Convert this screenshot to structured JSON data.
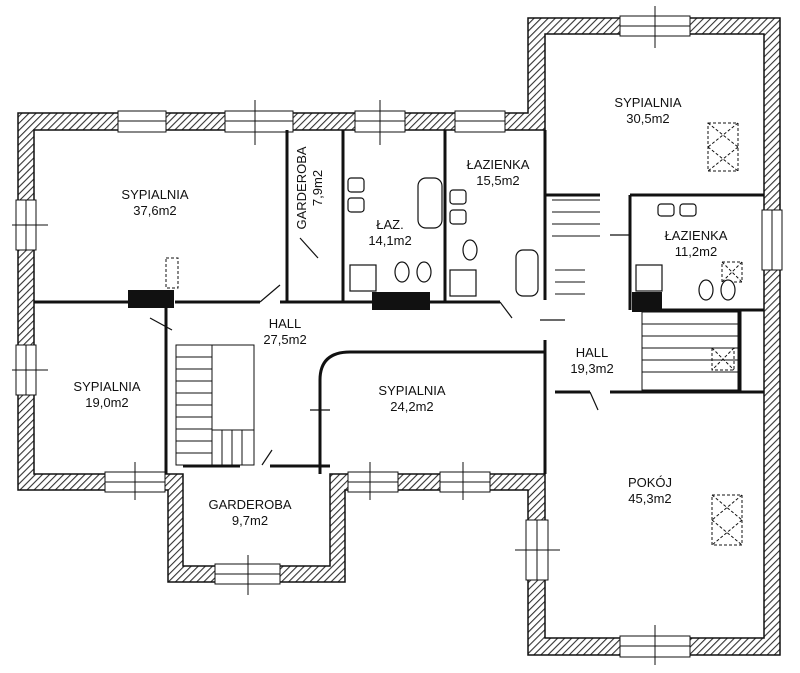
{
  "rooms": {
    "sypialnia_37": {
      "name": "SYPIALNIA",
      "area": "37,6m2"
    },
    "garderoba_79": {
      "name": "GARDEROBA",
      "area": "7,9m2"
    },
    "laz_141": {
      "name": "ŁAZ.",
      "area": "14,1m2"
    },
    "lazienka_155": {
      "name": "ŁAZIENKA",
      "area": "15,5m2"
    },
    "sypialnia_305": {
      "name": "SYPIALNIA",
      "area": "30,5m2"
    },
    "lazienka_112": {
      "name": "ŁAZIENKA",
      "area": "11,2m2"
    },
    "hall_275": {
      "name": "HALL",
      "area": "27,5m2"
    },
    "hall_193": {
      "name": "HALL",
      "area": "19,3m2"
    },
    "sypialnia_190": {
      "name": "SYPIALNIA",
      "area": "19,0m2"
    },
    "sypialnia_242": {
      "name": "SYPIALNIA",
      "area": "24,2m2"
    },
    "garderoba_97": {
      "name": "GARDEROBA",
      "area": "9,7m2"
    },
    "pokoj_453": {
      "name": "POKÓJ",
      "area": "45,3m2"
    }
  },
  "colors": {
    "wall": "#111111",
    "hatch": "#555555",
    "background": "#ffffff"
  }
}
